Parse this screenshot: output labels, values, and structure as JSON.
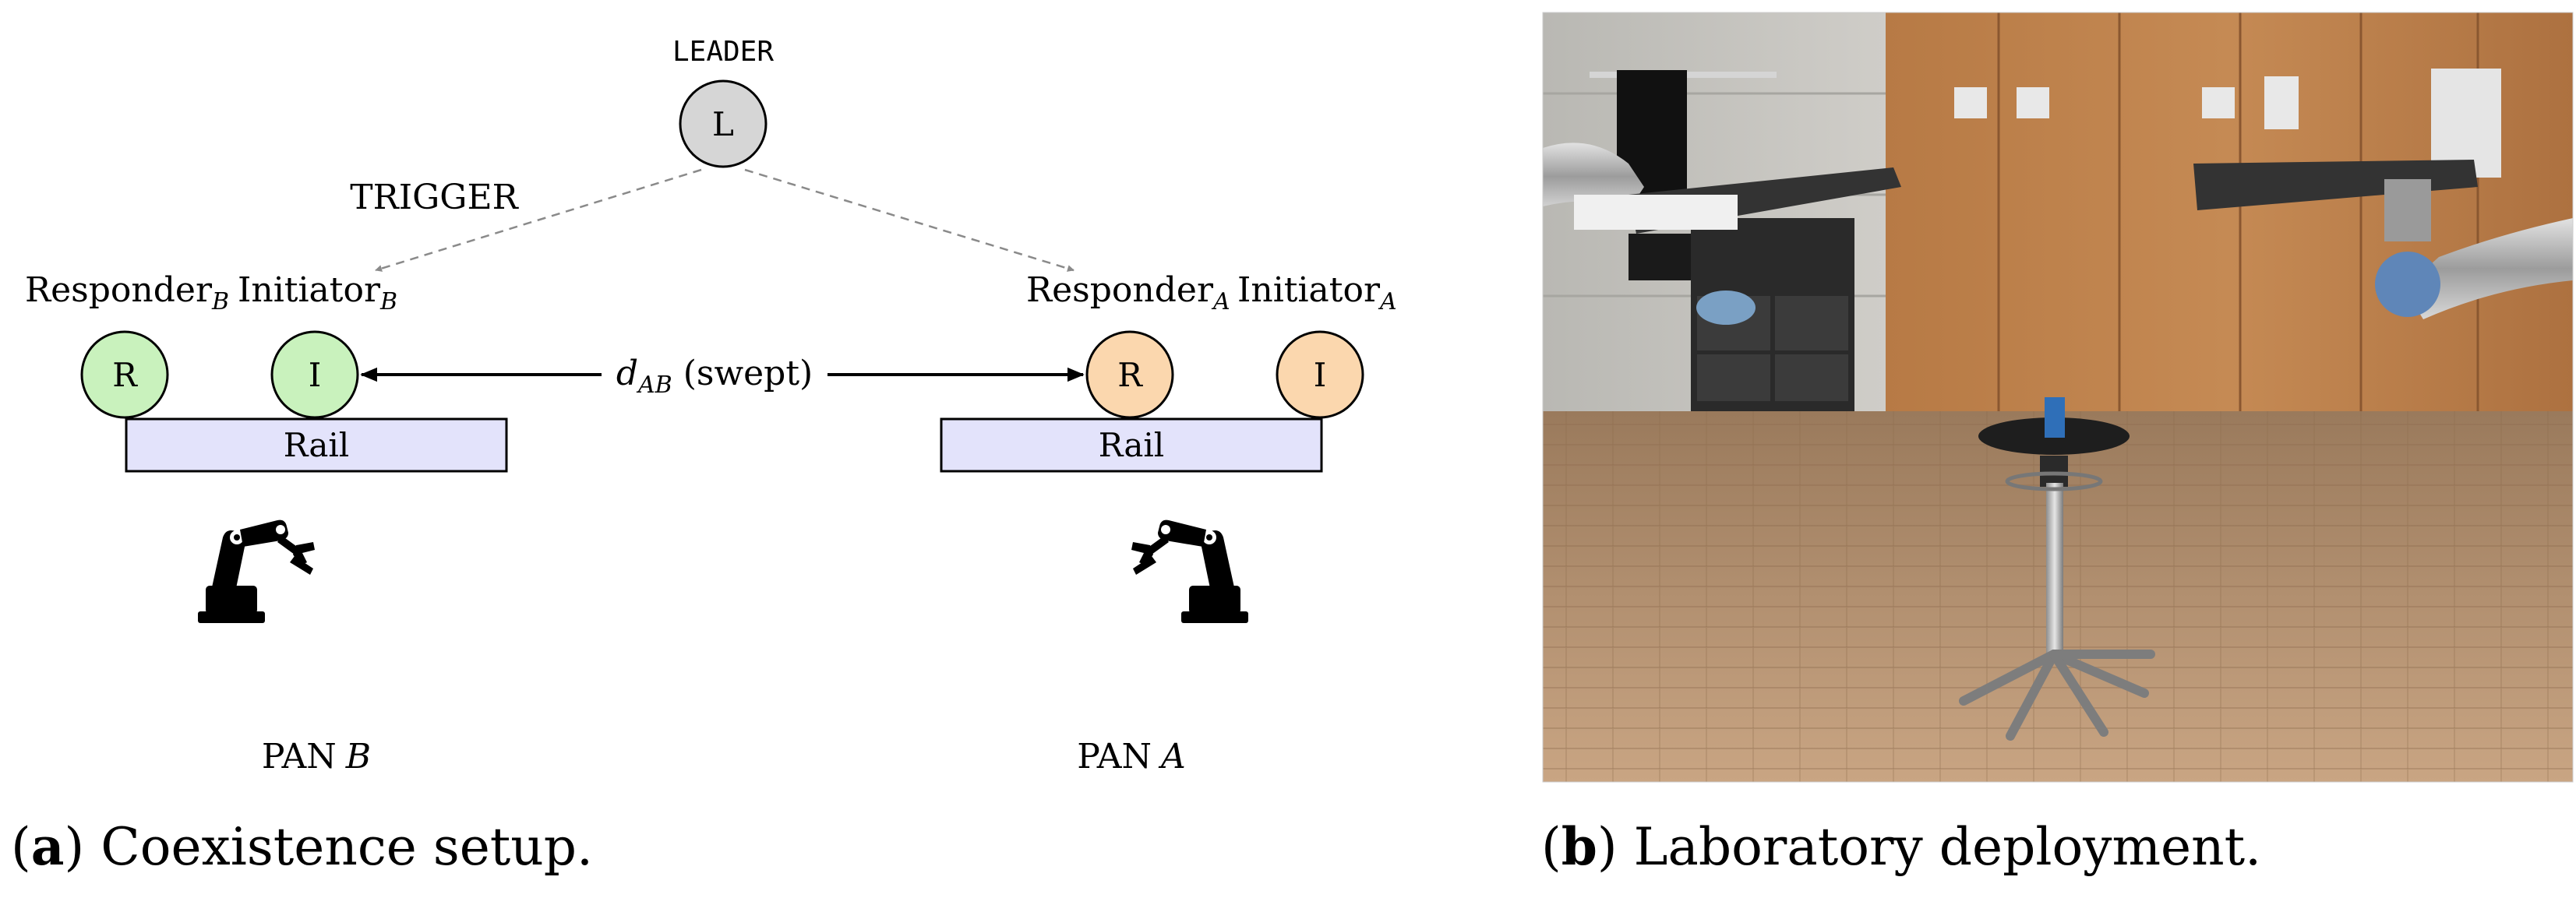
{
  "diagram": {
    "leader": {
      "heading": "LEADER",
      "node_label": "L"
    },
    "trigger_label": "TRIGGER",
    "pan_b": {
      "responder_label": "Responder",
      "responder_sub": "B",
      "initiator_label": "Initiator",
      "initiator_sub": "B",
      "responder_node": "R",
      "initiator_node": "I",
      "rail_label": "Rail",
      "pan_label": "PAN",
      "pan_letter": "B"
    },
    "pan_a": {
      "responder_label": "Responder",
      "responder_sub": "A",
      "initiator_label": "Initiator",
      "initiator_sub": "A",
      "responder_node": "R",
      "initiator_node": "I",
      "rail_label": "Rail",
      "pan_label": "PAN",
      "pan_letter": "A"
    },
    "distance": {
      "symbol": "d",
      "sub": "AB",
      "note": "(swept)"
    }
  },
  "captions": {
    "a": {
      "letter": "a",
      "text": "Coexistence setup."
    },
    "b": {
      "letter": "b",
      "text": "Laboratory deployment."
    }
  },
  "photo": {
    "description": ""
  },
  "colors": {
    "leader_fill": "#d6d6d6",
    "pan_b_fill": "#c9f2bd",
    "pan_a_fill": "#fbd7ae",
    "rail_fill": "#e3e3fb",
    "arrow_dashed": "#888888"
  }
}
